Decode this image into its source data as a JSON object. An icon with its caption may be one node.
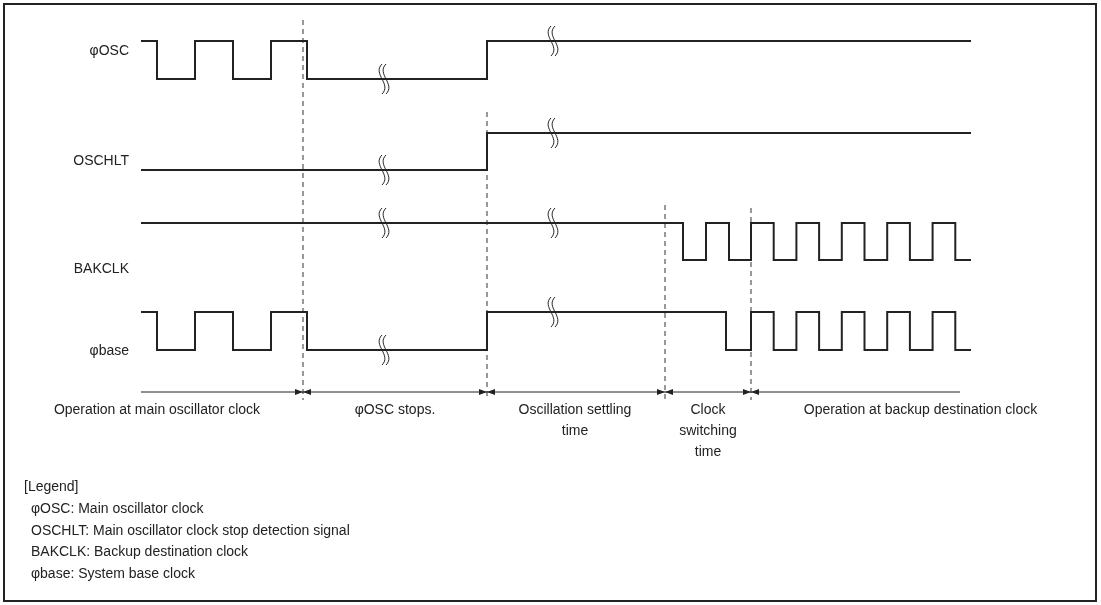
{
  "diagram": {
    "labels": [
      "φOSC",
      "OSCHLT",
      "BAKCLK",
      "φbase",
      "Operation at main oscillator clock",
      "φOSC stops.",
      "Oscillation settling time",
      "Clock switching time",
      "Operation at backup destination clock",
      "[Legend]",
      "φOSC: Main oscillator clock",
      "OSCHLT: Main oscillator clock stop detection signal",
      "BAKCLK: Backup destination clock",
      "φbase: System base clock"
    ]
  }
}
